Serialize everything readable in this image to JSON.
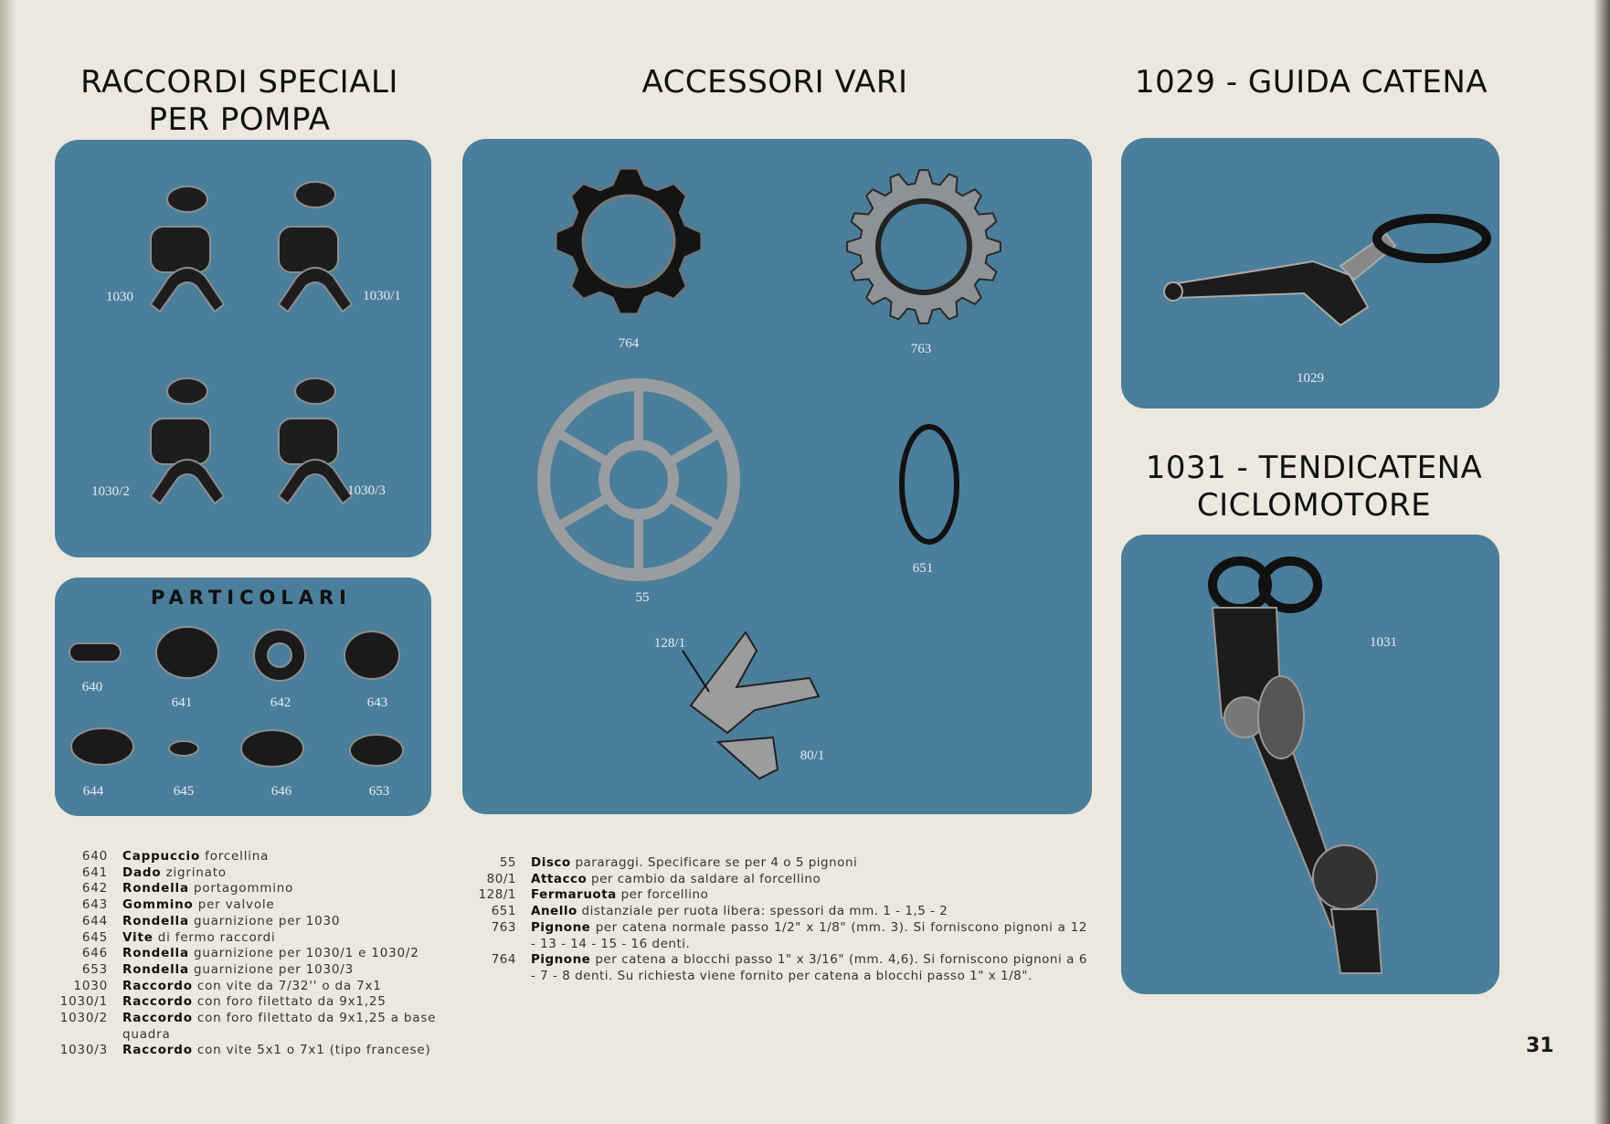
{
  "headings": {
    "raccordi_line1": "RACCORDI SPECIALI",
    "raccordi_line2": "PER POMPA",
    "accessori": "ACCESSORI VARI",
    "guida": "1029 - GUIDA CATENA",
    "tendicatena_line1": "1031 - TENDICATENA",
    "tendicatena_line2": "CICLOMOTORE"
  },
  "pump_panel": {
    "labels": [
      "1030",
      "1030/1",
      "1030/2",
      "1030/3"
    ]
  },
  "particolari_panel": {
    "title": "PARTICOLARI",
    "labels": [
      "640",
      "641",
      "642",
      "643",
      "644",
      "645",
      "646",
      "653"
    ]
  },
  "accessori_panel": {
    "labels": [
      "764",
      "763",
      "55",
      "651",
      "128/1",
      "80/1"
    ]
  },
  "guida_panel": {
    "label": "1029"
  },
  "tendicatena_panel": {
    "label": "1031"
  },
  "left_list": [
    {
      "code": "640",
      "name": "Cappuccio",
      "text": "forcellina"
    },
    {
      "code": "641",
      "name": "Dado",
      "text": "zigrinato"
    },
    {
      "code": "642",
      "name": "Rondella",
      "text": "portagommino"
    },
    {
      "code": "643",
      "name": "Gommino",
      "text": "per valvole"
    },
    {
      "code": "644",
      "name": "Rondella",
      "text": "guarnizione per 1030"
    },
    {
      "code": "645",
      "name": "Vite",
      "text": "di fermo raccordi"
    },
    {
      "code": "646",
      "name": "Rondella",
      "text": "guarnizione per 1030/1 e 1030/2"
    },
    {
      "code": "653",
      "name": "Rondella",
      "text": "guarnizione per 1030/3"
    },
    {
      "code": "1030",
      "name": "Raccordo",
      "text": "con vite da 7/32'' o da 7x1"
    },
    {
      "code": "1030/1",
      "name": "Raccordo",
      "text": "con foro filettato da 9x1,25"
    },
    {
      "code": "1030/2",
      "name": "Raccordo",
      "text": "con foro filettato da 9x1,25 a base quadra"
    },
    {
      "code": "1030/3",
      "name": "Raccordo",
      "text": "con vite 5x1 o 7x1 (tipo francese)"
    }
  ],
  "middle_list": [
    {
      "code": "55",
      "name": "Disco",
      "text": "pararaggi. Specificare se per 4 o 5 pignoni"
    },
    {
      "code": "80/1",
      "name": "Attacco",
      "text": "per cambio da saldare al forcellino"
    },
    {
      "code": "128/1",
      "name": "Fermaruota",
      "text": "per forcellino"
    },
    {
      "code": "651",
      "name": "Anello",
      "text": "distanziale per ruota libera: spessori da mm. 1 - 1,5 - 2"
    },
    {
      "code": "763",
      "name": "Pignone",
      "text": "per catena normale passo 1/2\" x 1/8\" (mm. 3). Si forniscono pignoni a 12 - 13 - 14 - 15 - 16 denti."
    },
    {
      "code": "764",
      "name": "Pignone",
      "text": "per catena a blocchi passo 1\" x 3/16\" (mm. 4,6). Si forniscono pignoni a 6 - 7 - 8 denti. Su richiesta viene fornito per catena a blocchi passo 1\" x 1/8\"."
    }
  ],
  "page_number": "31",
  "colors": {
    "panel": "#4b7e9b",
    "paper": "#ebe8df"
  }
}
